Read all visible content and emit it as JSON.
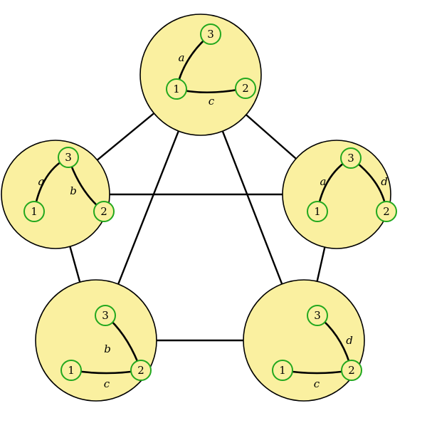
{
  "graphs": [
    {
      "id": "top",
      "vertices": [
        {
          "label": "1"
        },
        {
          "label": "2"
        },
        {
          "label": "3"
        }
      ],
      "edges": [
        {
          "label": "a"
        },
        {
          "label": "c"
        }
      ]
    },
    {
      "id": "left",
      "vertices": [
        {
          "label": "1"
        },
        {
          "label": "2"
        },
        {
          "label": "3"
        }
      ],
      "edges": [
        {
          "label": "a"
        },
        {
          "label": "b"
        }
      ]
    },
    {
      "id": "right",
      "vertices": [
        {
          "label": "1"
        },
        {
          "label": "2"
        },
        {
          "label": "3"
        }
      ],
      "edges": [
        {
          "label": "a"
        },
        {
          "label": "d"
        }
      ]
    },
    {
      "id": "bottom-left",
      "vertices": [
        {
          "label": "1"
        },
        {
          "label": "2"
        },
        {
          "label": "3"
        }
      ],
      "edges": [
        {
          "label": "b"
        },
        {
          "label": "c"
        }
      ]
    },
    {
      "id": "bottom-right",
      "vertices": [
        {
          "label": "1"
        },
        {
          "label": "2"
        },
        {
          "label": "3"
        }
      ],
      "edges": [
        {
          "label": "d"
        },
        {
          "label": "c"
        }
      ]
    }
  ],
  "colors": {
    "bubble_fill": "#faf0a0",
    "vertex_stroke": "#22a81e",
    "edge": "#000000"
  }
}
